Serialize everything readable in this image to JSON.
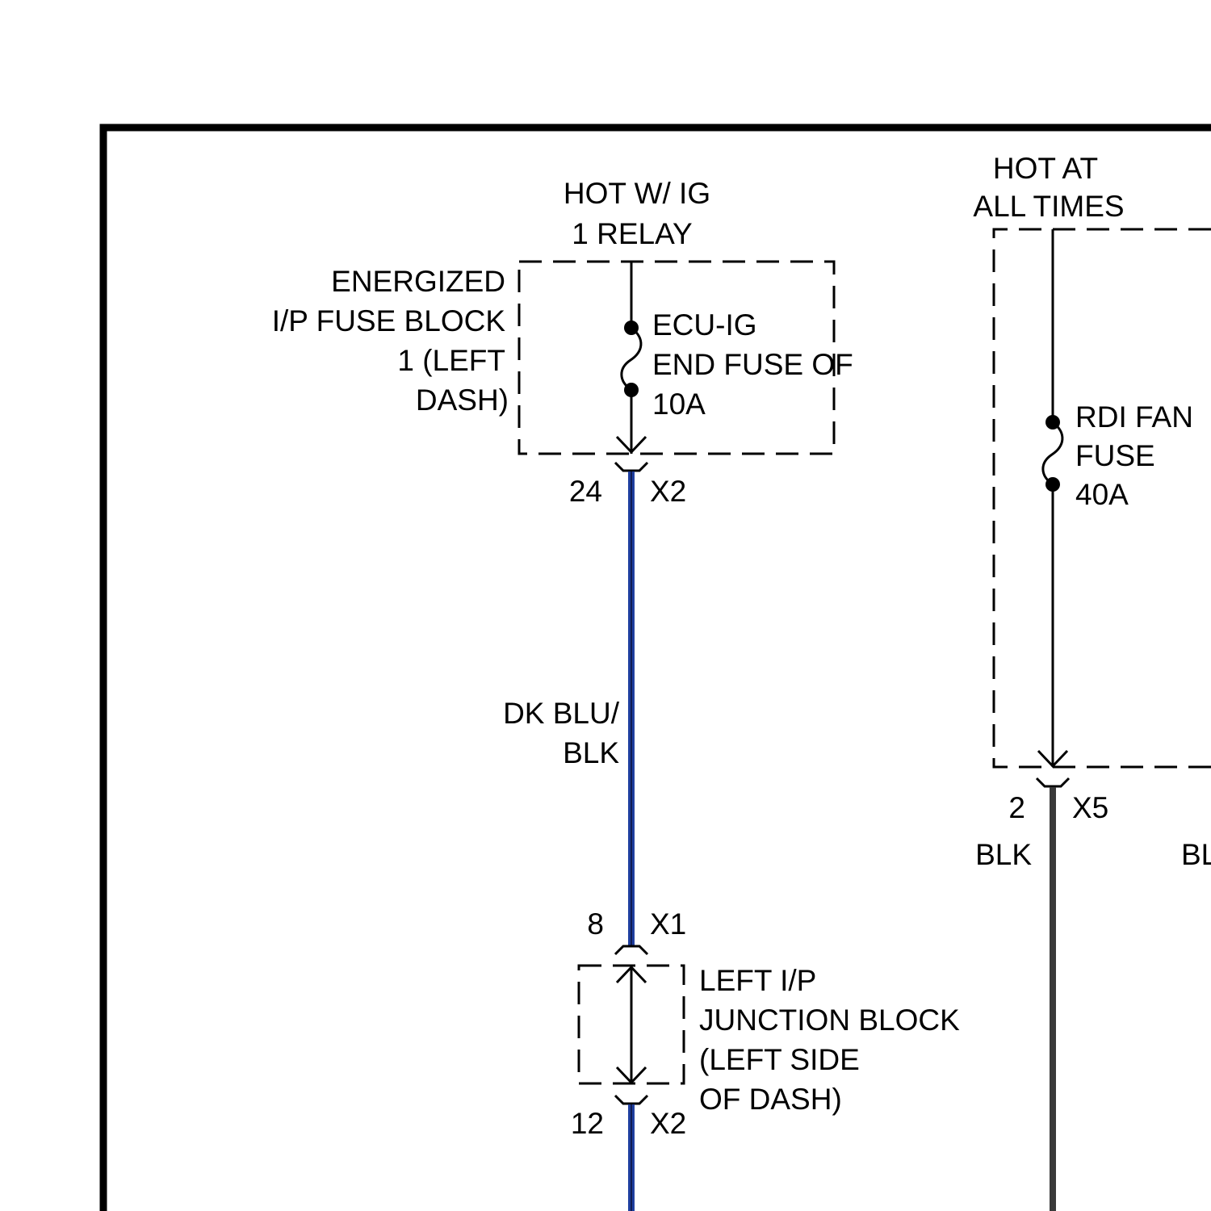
{
  "colors": {
    "frame": "#000000",
    "dk_blu_blk_wire": "#1f3f9f",
    "blk_wire": "#3a3a3a",
    "line": "#000000"
  },
  "ip_fuse_block": {
    "supply_label": [
      "HOT W/ IG",
      "1 RELAY"
    ],
    "block_label": [
      "ENERGIZED",
      "I/P FUSE BLOCK",
      "1 (LEFT",
      "DASH)"
    ],
    "fuse_label": [
      "ECU-IG",
      "END FUSE OF",
      "10A"
    ],
    "connector_pin": "24",
    "connector_id": "X2"
  },
  "wire_1": {
    "color_label": [
      "DK BLU/",
      "BLK"
    ]
  },
  "junction_block": {
    "in_pin": "8",
    "in_connector": "X1",
    "label": [
      "LEFT I/P",
      "JUNCTION BLOCK",
      "(LEFT SIDE",
      "OF DASH)"
    ],
    "out_pin": "12",
    "out_connector": "X2"
  },
  "rdi_fuse_box": {
    "supply_label": [
      "HOT AT",
      "ALL TIMES"
    ],
    "fuse_label": [
      "RDI FAN",
      "FUSE",
      "40A"
    ],
    "connector_pin": "2",
    "connector_id": "X5",
    "wire_label": "BLK",
    "wire_label_clipped": "BL"
  }
}
